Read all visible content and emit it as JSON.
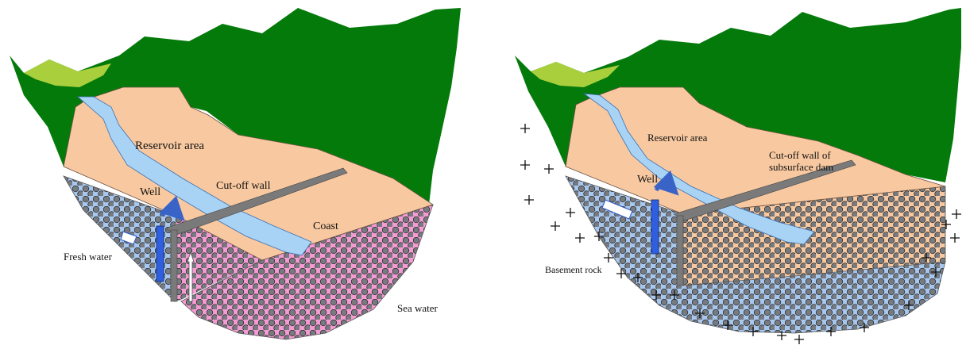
{
  "left_diagram": {
    "labels": {
      "reservoir_area": "Reservoir area",
      "cutoff_wall": "Cut-off wall",
      "well": "Well",
      "coast": "Coast",
      "fresh_water": "Fresh water",
      "sea_water": "Sea water"
    }
  },
  "right_diagram": {
    "labels": {
      "reservoir_area": "Reservoir area",
      "cutoff_wall_line1": "Cut-off wall of",
      "cutoff_wall_line2": "subsurface dam",
      "well": "Well",
      "basement_rock": "Basement rock"
    }
  },
  "colors": {
    "mountain": "#047a0a",
    "light_mountain": "#a9d03c",
    "sand": "#f8c9a1",
    "river": "#a9d3f5",
    "fresh_water": "#a7c7ee",
    "sea_water": "#f59bd3",
    "gravel": "#777b80",
    "wall": "#7a7a7a",
    "well": "#2f5fe0",
    "arrow": "#3a63c8"
  }
}
